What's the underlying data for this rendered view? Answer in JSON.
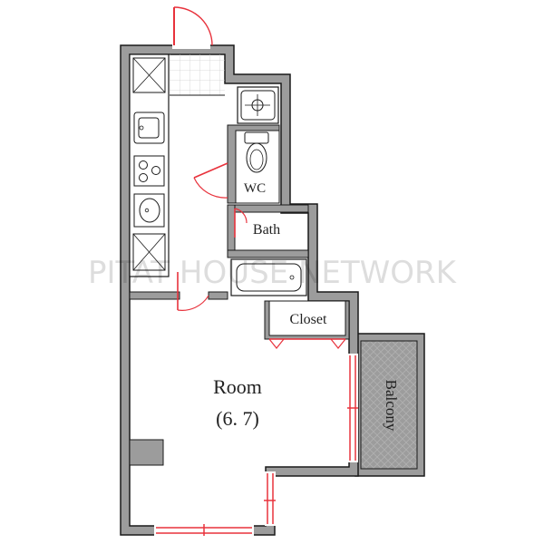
{
  "rooms": {
    "wc": "WC",
    "bath": "Bath",
    "closet": "Closet",
    "room": "Room",
    "room_size": "(6. 7)",
    "balcony": "Balcony"
  },
  "watermark": "PITAT HOUSE NETWORK",
  "colors": {
    "wall": "#9c9c9c",
    "wall_stroke": "#1a1a1a",
    "door": "#e8323c",
    "balcony_hatch": "#bbbbbb"
  }
}
